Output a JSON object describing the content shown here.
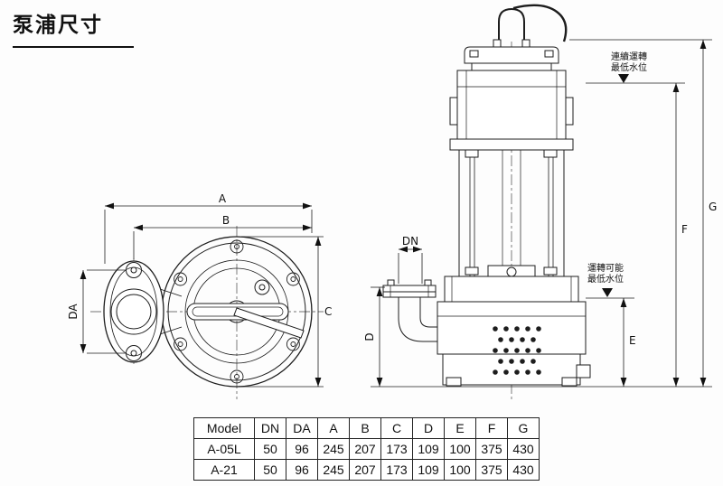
{
  "page": {
    "title": "泵浦尺寸"
  },
  "top_view": {
    "dim_a": "A",
    "dim_b": "B",
    "dim_c": "C",
    "dim_da": "DA"
  },
  "side_view": {
    "dim_dn": "DN",
    "dim_d": "D",
    "dim_e": "E",
    "dim_f": "F",
    "dim_g": "G",
    "continuous_level_line1": "連續運轉",
    "continuous_level_line2": "最低水位",
    "operable_level_line1": "運轉可能",
    "operable_level_line2": "最低水位"
  },
  "table": {
    "headers": [
      "Model",
      "DN",
      "DA",
      "A",
      "B",
      "C",
      "D",
      "E",
      "F",
      "G"
    ],
    "rows": [
      [
        "A-05L",
        "50",
        "96",
        "245",
        "207",
        "173",
        "109",
        "100",
        "375",
        "430"
      ],
      [
        "A-21",
        "50",
        "96",
        "245",
        "207",
        "173",
        "109",
        "100",
        "375",
        "430"
      ]
    ]
  }
}
